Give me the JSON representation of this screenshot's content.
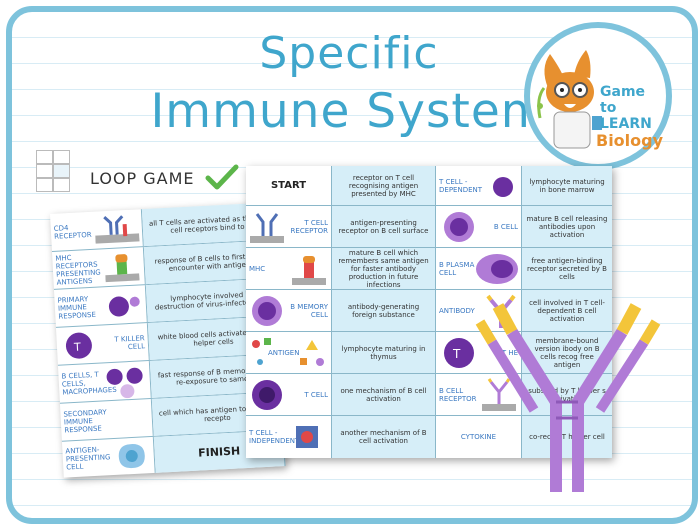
{
  "title": {
    "line1": "Specific",
    "line2": "Immune System"
  },
  "logo": {
    "line1": "Game to",
    "line2": "LEARN",
    "subject": "Biology"
  },
  "loop_label": "LOOP GAME",
  "colors": {
    "frame": "#7ec3dc",
    "title": "#3fa6cc",
    "check": "#5cb54a",
    "antibody_purple": "#b07bd6",
    "antibody_gold": "#f3c53a",
    "cell_purple": "#6a2fa0"
  },
  "left_card": {
    "rows": [
      {
        "term": "CD4 RECEPTOR",
        "definition": "all T cells are activated as their T cell receptors bind to"
      },
      {
        "term": "MHC RECEPTORS PRESENTING ANTIGENS",
        "definition": "response of B cells to first time encounter with antigen"
      },
      {
        "term": "PRIMARY IMMUNE RESPONSE",
        "definition": "lymphocyte involved in destruction of virus-infected cell"
      },
      {
        "term": "T KILLER CELL",
        "definition": "white blood cells activated by T helper cells"
      },
      {
        "term": "B CELLS, T CELLS, MACROPHAGES",
        "definition": "fast response of B memory upon re-exposure to same a"
      },
      {
        "term": "SECONDARY IMMUNE RESPONSE",
        "definition": "cell which has antigen to its MHC recepto"
      },
      {
        "term": "ANTIGEN-PRESENTING CELL",
        "definition": "FINISH"
      }
    ]
  },
  "main_card": {
    "left": [
      {
        "term": "START",
        "definition": "receptor on T cell recognising antigen presented by MHC"
      },
      {
        "term": "T CELL RECEPTOR",
        "definition": "antigen-presenting receptor on B cell surface"
      },
      {
        "term": "MHC",
        "definition": "mature B cell which remembers same antigen for faster antibody production in future infections"
      },
      {
        "term": "B MEMORY CELL",
        "definition": "antibody-generating foreign substance"
      },
      {
        "term": "ANTIGEN",
        "definition": "lymphocyte maturing in thymus"
      },
      {
        "term": "T CELL",
        "definition": "one mechanism of B cell activation"
      },
      {
        "term": "T CELL - INDEPENDENT",
        "definition": "another mechanism of B cell activation"
      }
    ],
    "right": [
      {
        "term": "T CELL - DEPENDENT",
        "definition": "lymphocyte maturing in bone marrow"
      },
      {
        "term": "B CELL",
        "definition": "mature B cell releasing antibodies upon activation"
      },
      {
        "term": "B PLASMA CELL",
        "definition": "free antigen-binding receptor secreted by B cells"
      },
      {
        "term": "ANTIBODY",
        "definition": "cell involved in T cell-dependent B cell activation"
      },
      {
        "term": "T HE",
        "definition": "membrane-bound version ibody on B cells recog free antigen"
      },
      {
        "term": "B CELL RECEPTOR",
        "definition": "subs red by T helper s activation"
      },
      {
        "term": "CYTOKINE",
        "definition": "co-recep T helper cell"
      }
    ]
  }
}
